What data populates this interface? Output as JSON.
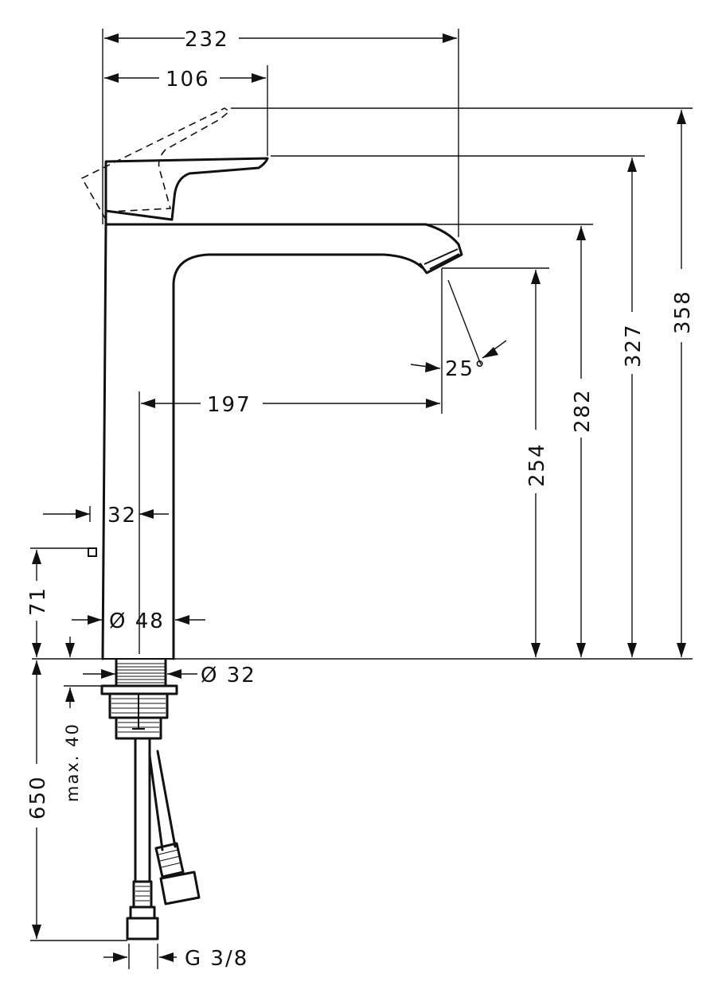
{
  "dimensions": {
    "overall_width": "232",
    "handle_width": "106",
    "height_lever_raised": "358",
    "height_lever": "327",
    "height_spout": "282",
    "height_outlet": "254",
    "spout_reach": "197",
    "spray_angle": "25°",
    "popup_offset": "32",
    "popup_height": "71",
    "body_diameter": "Ø 48",
    "shank_diameter": "Ø 32",
    "max_deck": "max. 40",
    "hose_length": "650",
    "connection_thread": "G 3/8"
  }
}
